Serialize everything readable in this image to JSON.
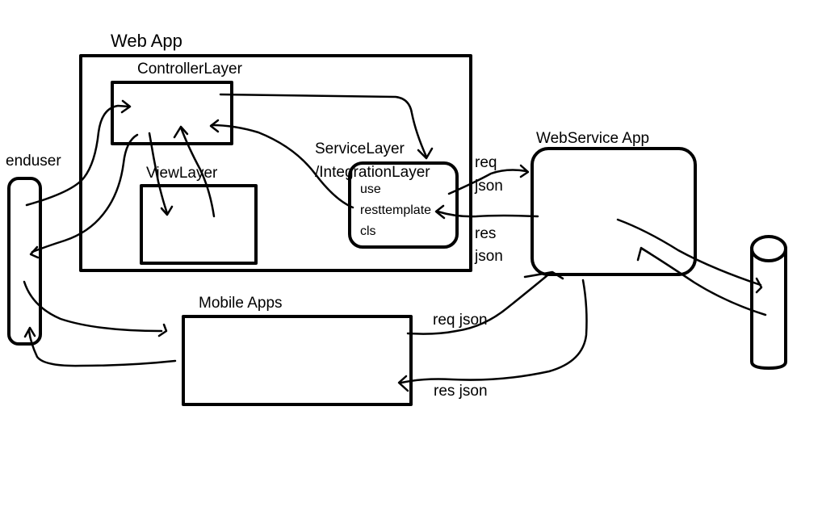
{
  "labels": {
    "web_app": "Web App",
    "controller_layer": "ControllerLayer",
    "view_layer": "ViewLayer",
    "service_layer": "ServiceLayer",
    "integration_layer": "/IntegrationLayer",
    "use": "use",
    "resttemplate": "resttemplate",
    "cls": "cls",
    "webservice_app": "WebService App",
    "enduser": "enduser",
    "mobile_apps": "Mobile Apps",
    "req_json_web_1": "req",
    "req_json_web_2": "json",
    "res_json_web_1": "res",
    "res_json_web_2": "json",
    "req_json_mobile": "req json",
    "res_json_mobile": "res json"
  }
}
